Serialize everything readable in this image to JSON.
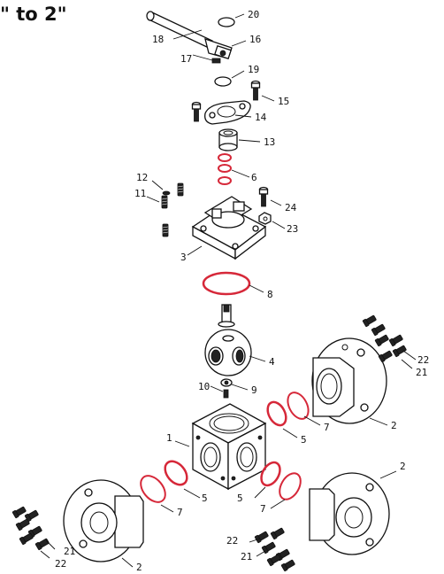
{
  "title": "\" to 2\"",
  "accent_color": "#d62839",
  "parts": [
    {
      "id": "handle",
      "number": "18"
    },
    {
      "id": "handle-washer",
      "number": "20"
    },
    {
      "id": "handle-lock",
      "number": "16"
    },
    {
      "id": "lock-screw",
      "number": "17"
    },
    {
      "id": "stem-washer",
      "number": "19"
    },
    {
      "id": "gland-bolt",
      "number": "15"
    },
    {
      "id": "gland-follower",
      "number": "14"
    },
    {
      "id": "stem-bushing",
      "number": "13"
    },
    {
      "id": "stem-packing",
      "number": "6"
    },
    {
      "id": "bonnet-bolt",
      "number": "12"
    },
    {
      "id": "bonnet-washer",
      "number": "11"
    },
    {
      "id": "stopper-bolt",
      "number": "24"
    },
    {
      "id": "stopper-nut",
      "number": "23"
    },
    {
      "id": "bonnet",
      "number": "3"
    },
    {
      "id": "bonnet-gasket",
      "number": "8"
    },
    {
      "id": "ball-stem",
      "number": "4"
    },
    {
      "id": "anti-static-spring",
      "number": "9"
    },
    {
      "id": "anti-static-ball",
      "number": "10"
    },
    {
      "id": "body",
      "number": "1"
    },
    {
      "id": "seat",
      "number": "5"
    },
    {
      "id": "body-gasket",
      "number": "7"
    },
    {
      "id": "end-cap",
      "number": "2"
    },
    {
      "id": "end-cap-bolt",
      "number": "22"
    },
    {
      "id": "end-cap-washer",
      "number": "21"
    }
  ]
}
